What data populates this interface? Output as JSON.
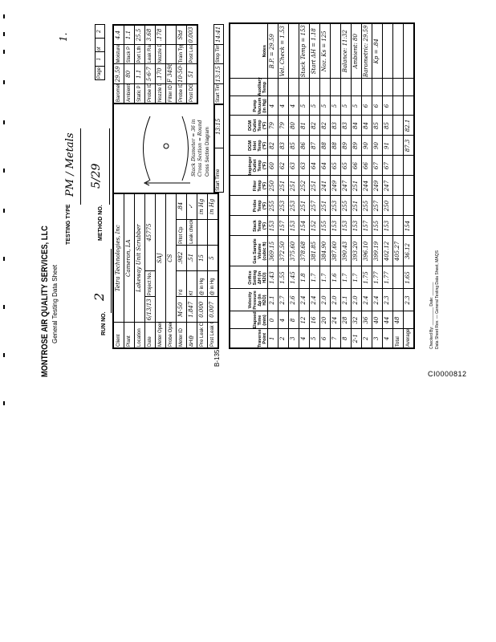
{
  "header": {
    "company": "MONTROSE AIR QUALITY SERVICES, LLC",
    "subtitle": "General Testing Data Sheet",
    "testing_type_label": "TESTING TYPE",
    "testing_type_value": "PM / Metals",
    "method_label": "METHOD NO.",
    "method_value": "5/29",
    "run_label": "RUN NO.",
    "run_value": "2",
    "corner_mark": "1.",
    "page_label": "Page",
    "page_value": "1",
    "of_label": "of",
    "page_total": "2"
  },
  "info_left": [
    {
      "label": "Client",
      "value": "Tetra Technologies, Inc"
    },
    {
      "label": "Plant",
      "value": "Cameron, LA"
    },
    {
      "label": "Location",
      "value": "Lakeway Unit Scrubber"
    },
    {
      "label": "Date",
      "value": "6/13/13",
      "label2": "Project No.",
      "value2": "45775"
    },
    {
      "label": "Meter Operator",
      "value": "SAJ"
    },
    {
      "label": "Probe Operator",
      "value": "CS"
    },
    {
      "label": "Meter ID",
      "value": "M-50",
      "label2": "Yd",
      "value2": ".982",
      "label3": "Pitot Cp",
      "value3": ".84"
    },
    {
      "label": "ΔH@",
      "value": "1.847",
      "label2": "Kf",
      "value2": ".51",
      "label3": "Leak check",
      "value3": "✓"
    },
    {
      "label": "Pre Leak Check",
      "value": "0.000",
      "label2": "@ in Hg",
      "value2": "15",
      "label3": "",
      "value3": "in Hg"
    },
    {
      "label": "Post Leak Check",
      "value": "0.007",
      "label2": "@ in Hg",
      "value2": "5",
      "label3": "",
      "value3": "in Hg"
    }
  ],
  "center_box": {
    "lines": [
      "Stack Diameter = 36 in",
      "Cross Section = Round"
    ],
    "footer": "Cross Section Diagram"
  },
  "info_right": [
    {
      "label": "Barometric Pr. (in Hg)",
      "value": "29.59",
      "label2": "Moisture (est.)",
      "value2": "4.4"
    },
    {
      "label": "Ambient Temp (°F)",
      "value": "80",
      "label2": "Stack P (in H2O)",
      "value2": "1.1"
    },
    {
      "label": "Static P (in H2O)",
      "value": "1.1",
      "label2": "Port Lth",
      "value2": "25.5"
    },
    {
      "label": "Probe ID",
      "value": "5-6-7",
      "label2": "Leak Rate",
      "value2": "3.68"
    },
    {
      "label": "Nozzle D",
      "value": ".170",
      "label2": "Nozzle Dia. (in)",
      "value2": ".178"
    },
    {
      "label": "Filter ID",
      "value": "F 3498",
      "label2": "",
      "value2": ""
    },
    {
      "label": "Probe ID (Ref. Ht.)",
      "value": "10-50-5",
      "label2": "Train Type",
      "value2": "Std"
    },
    {
      "label": "Post DGM (ft3)",
      "value": "51",
      "label2": "Post Leak Check",
      "value2": "0.003"
    }
  ],
  "times": {
    "start_label": "Start Time",
    "start_value": "13:15",
    "start_label_b": "Start Time",
    "start_value_b": "13:15",
    "stop_label": "Stop Time",
    "stop_value": "14:41"
  },
  "data_table": {
    "headers": [
      "Traverse Point",
      "Elapsed Time (min)",
      "Velocity Pressure Δp (in H2O)",
      "Orifice Setting ΔH (in H2O)",
      "Gas Sample Volume (cubic ft)",
      "Stack Temp (°F)",
      "Probe Temp (°F)",
      "Filter Temp (°F)",
      "Impinger Outlet Temp (°F)",
      "DGM Inlet Temp (°F)",
      "DGM Outlet Temp (°F)",
      "Pump Vacuum (in Hg)",
      "Auxiliary Temp",
      "Notes"
    ],
    "rows": [
      [
        "1",
        "0",
        "2.1",
        "1.43",
        "369.15",
        "153",
        "255",
        "250",
        "60",
        "82",
        "79",
        "4",
        "",
        "B.P. = 29.59"
      ],
      [
        "2",
        "4",
        "2.7",
        "1.55",
        "372.50",
        "157",
        "253",
        "251",
        "62",
        "83",
        "79",
        "4",
        "",
        "Vel. Check = 1.53"
      ],
      [
        "3",
        "8",
        "2.6",
        "1.45",
        "375.60",
        "153",
        "253",
        "251",
        "63",
        "85",
        "80",
        "4",
        "",
        ""
      ],
      [
        "4",
        "12",
        "2.4",
        "1.8",
        "378.68",
        "154",
        "251",
        "252",
        "63",
        "86",
        "81",
        "5",
        "",
        "Stack Temp = 153"
      ],
      [
        "5",
        "16",
        "2.4",
        "1.7",
        "381.85",
        "152",
        "257",
        "251",
        "64",
        "87",
        "82",
        "5",
        "",
        "Start ΔH = 1.18"
      ],
      [
        "6",
        "20",
        "2.0",
        "1.7",
        "384.90",
        "155",
        "251",
        "241",
        "64",
        "88",
        "82",
        "5",
        "",
        "Noz. Ks = 125"
      ],
      [
        "7",
        "24",
        "2.0",
        "1.6",
        "387.60",
        "153",
        "253",
        "249",
        "65",
        "88",
        "83",
        "5",
        "",
        ""
      ],
      [
        "8",
        "28",
        "2.1",
        "1.7",
        "390.43",
        "153",
        "255",
        "247",
        "65",
        "89",
        "83",
        "5",
        "",
        "Balance: 11:32"
      ],
      [
        "2-1",
        "32",
        "2.0",
        "1.7",
        "393.20",
        "153",
        "251",
        "251",
        "66",
        "89",
        "84",
        "5",
        "",
        "Ambient: 80"
      ],
      [
        "2",
        "36",
        "2.4",
        "1.75",
        "396.10",
        "157",
        "255",
        "244",
        "66",
        "90",
        "84",
        "6",
        "",
        "Barometric: 29.59"
      ],
      [
        "3",
        "40",
        "2.4",
        "1.77",
        "399.19",
        "155",
        "257",
        "249",
        "67",
        "90",
        "85",
        "6",
        "",
        "Kp = .84"
      ],
      [
        "4",
        "44",
        "2.3",
        "1.77",
        "402.12",
        "153",
        "250",
        "247",
        "67",
        "91",
        "85",
        "6",
        "",
        ""
      ]
    ],
    "total": [
      "Total",
      "48",
      "",
      "",
      "405.27",
      "",
      "",
      "",
      "",
      "",
      "",
      "",
      "",
      ""
    ],
    "average": [
      "Average",
      "",
      "2.3",
      "1.65",
      "36.12",
      "154",
      "",
      "",
      "",
      "87.3",
      "82.1",
      "",
      "",
      ""
    ]
  },
  "page_code": "B-135",
  "footnote": [
    "Checked By: ________  Date: ______",
    "Data Sheet Rev. — General Testing Data Sheet, MAQS"
  ],
  "document_id": "CI0000812"
}
